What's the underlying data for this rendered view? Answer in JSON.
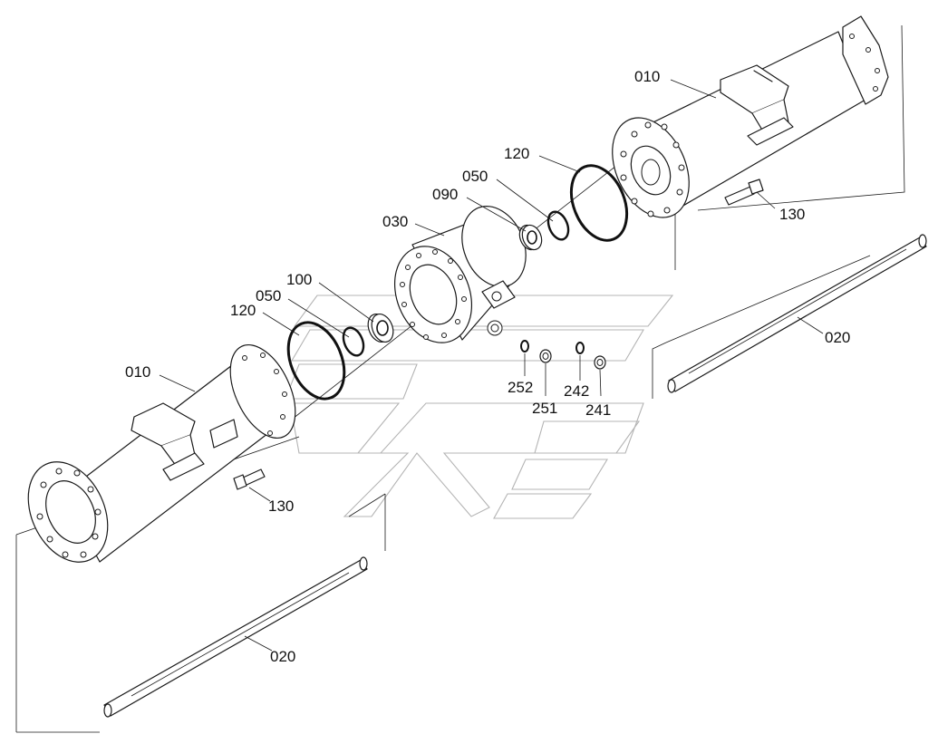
{
  "diagram": {
    "callouts": [
      {
        "id": "upper-housing",
        "text": "010"
      },
      {
        "id": "lower-housing",
        "text": "010"
      },
      {
        "id": "upper-shaft",
        "text": "020"
      },
      {
        "id": "lower-shaft",
        "text": "020"
      },
      {
        "id": "center-housing",
        "text": "030"
      },
      {
        "id": "upper-seal",
        "text": "050"
      },
      {
        "id": "lower-seal",
        "text": "050"
      },
      {
        "id": "bearing-ring",
        "text": "090"
      },
      {
        "id": "lower-bearing",
        "text": "100"
      },
      {
        "id": "upper-oring",
        "text": "120"
      },
      {
        "id": "lower-oring",
        "text": "120"
      },
      {
        "id": "upper-bolt",
        "text": "130"
      },
      {
        "id": "lower-bolt",
        "text": "130"
      },
      {
        "id": "plug-241",
        "text": "241"
      },
      {
        "id": "washer-242",
        "text": "242"
      },
      {
        "id": "plug-251",
        "text": "251"
      },
      {
        "id": "washer-252",
        "text": "252"
      }
    ]
  }
}
